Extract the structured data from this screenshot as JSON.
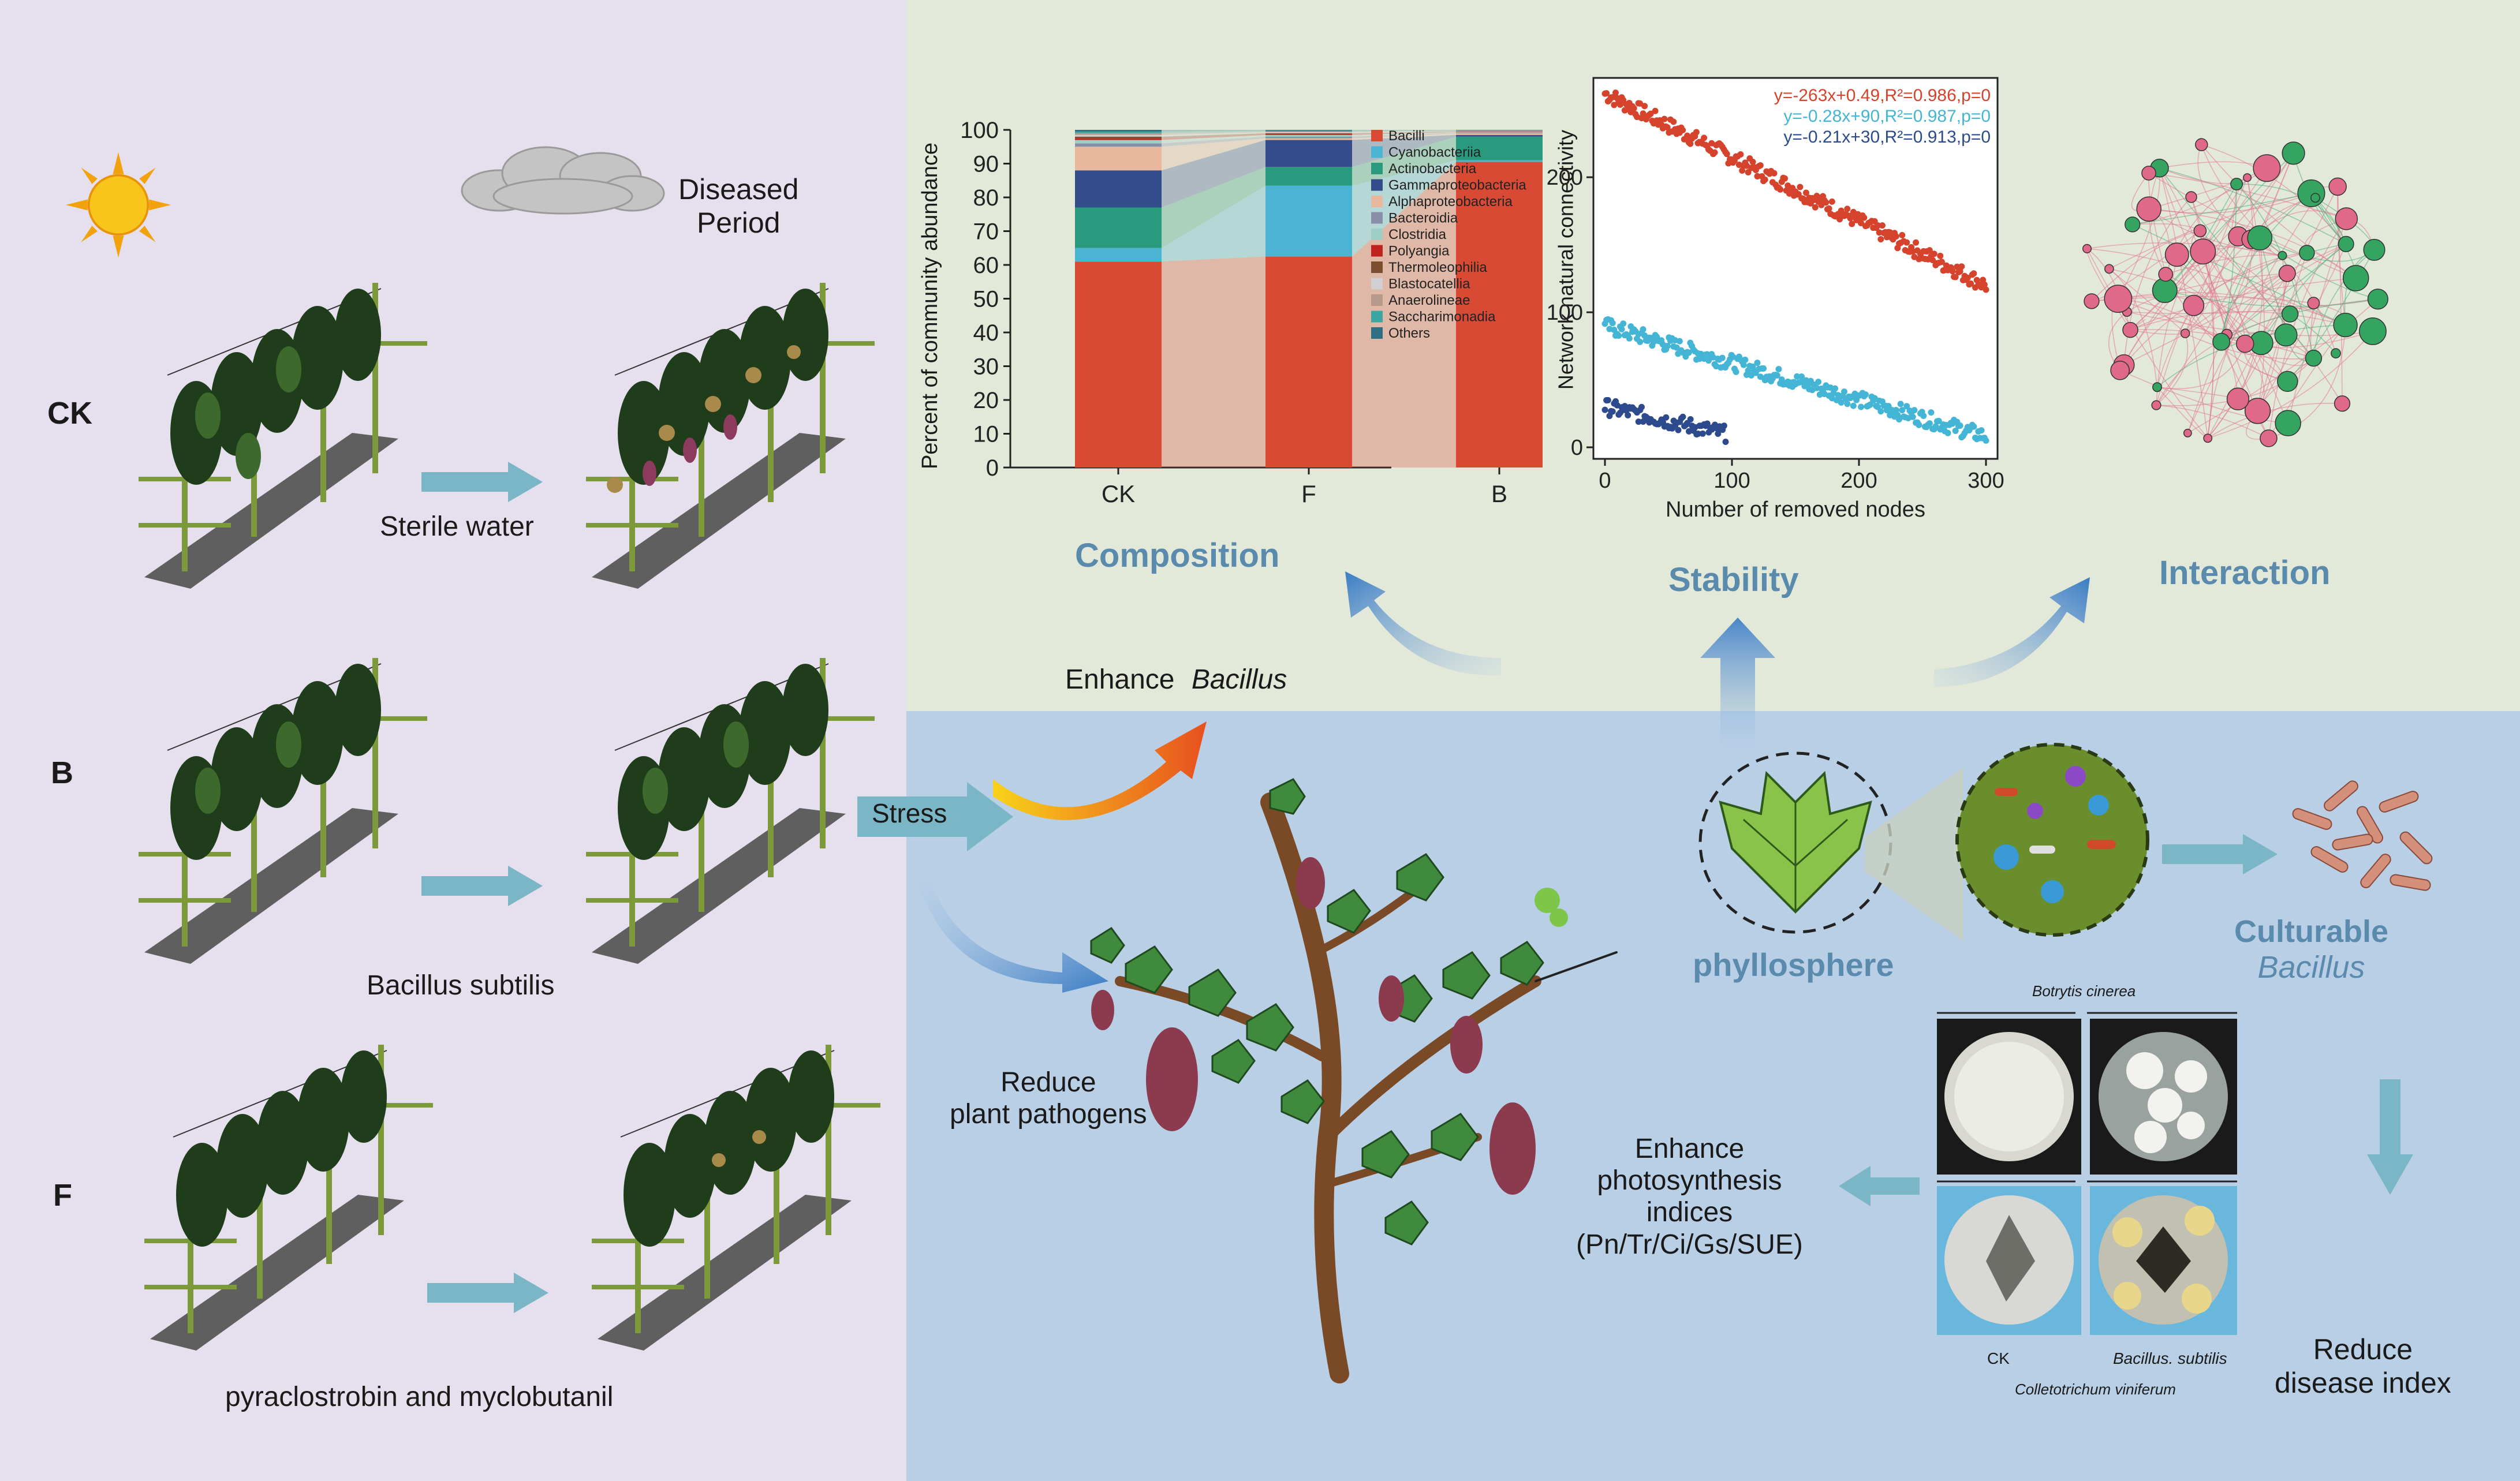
{
  "left": {
    "diseased_period": [
      "Diseased",
      "Period"
    ],
    "rows": [
      {
        "label": "CK",
        "caption": "Sterile water"
      },
      {
        "label": "B",
        "caption": "Bacillus subtilis"
      },
      {
        "label": "F",
        "caption": "pyraclostrobin and myclobutanil"
      }
    ]
  },
  "center": {
    "stress_label": "Stress",
    "enhance_prefix": "Enhance",
    "enhance_genus": "Bacillus",
    "reduce_pathogens": [
      "Reduce",
      "plant pathogens"
    ]
  },
  "sections": {
    "composition": "Composition",
    "stability": "Stability",
    "interaction": "Interaction"
  },
  "right": {
    "phyllosphere": "phyllosphere",
    "culturable": [
      "Culturable",
      "Bacillus"
    ],
    "photosynthesis": [
      "Enhance",
      "photosynthesis",
      "indices",
      "(Pn/Tr/Ci/Gs/SUE)"
    ],
    "reduce_disease": [
      "Reduce",
      "disease index"
    ],
    "plate_top_title": "Botrytis cinerea",
    "plate_bottom_title": "Colletotrichum viniferum",
    "plate_ck": "CK",
    "plate_bs": "Bacillus. subtilis"
  },
  "colors": {
    "left_bg": "#e6e0ee",
    "top_bg": "#e3e9d9",
    "bottom_bg": "#b8cfe6",
    "section_text": "#5a8aac",
    "arrow": "#7ab6c6"
  },
  "chart_data": [
    {
      "type": "bar",
      "stacked": true,
      "ylabel": "Percent of community abundance",
      "xlabel": "",
      "categories": [
        "CK",
        "F",
        "B"
      ],
      "ylim": [
        0,
        100
      ],
      "yticks": [
        0,
        10,
        20,
        30,
        40,
        50,
        60,
        70,
        80,
        90,
        100
      ],
      "legend_position": "right",
      "series": [
        {
          "name": "Bacilli",
          "color": "#d94a35",
          "values": [
            61,
            62.5,
            90.5
          ]
        },
        {
          "name": "Cyanobacteriia",
          "color": "#4bb4d2",
          "values": [
            4,
            21,
            0.5
          ]
        },
        {
          "name": "Actinobacteria",
          "color": "#2a9a7e",
          "values": [
            12,
            5.5,
            7
          ]
        },
        {
          "name": "Gammaproteobacteria",
          "color": "#344c8a",
          "values": [
            11,
            8,
            0.5
          ]
        },
        {
          "name": "Alphaproteobacteria",
          "color": "#e8b79c",
          "values": [
            7,
            0.5,
            0.5
          ]
        },
        {
          "name": "Bacteroidia",
          "color": "#8a8fa8",
          "values": [
            1,
            0.5,
            0.2
          ]
        },
        {
          "name": "Clostridia",
          "color": "#9ecfc4",
          "values": [
            1,
            0.5,
            0.2
          ]
        },
        {
          "name": "Polyangia",
          "color": "#c0231f",
          "values": [
            0.5,
            0.3,
            0.1
          ]
        },
        {
          "name": "Thermoleophilia",
          "color": "#7a4e2e",
          "values": [
            0.5,
            0.2,
            0.1
          ]
        },
        {
          "name": "Blastocatellia",
          "color": "#d0d0d0",
          "values": [
            0.5,
            0.3,
            0.1
          ]
        },
        {
          "name": "Anaerolineae",
          "color": "#b89a8c",
          "values": [
            0.5,
            0.2,
            0.1
          ]
        },
        {
          "name": "Saccharimonadia",
          "color": "#3aa8a0",
          "values": [
            0.5,
            0.3,
            0.1
          ]
        },
        {
          "name": "Others",
          "color": "#2e6f82",
          "values": [
            0.5,
            0.2,
            0.1
          ]
        }
      ]
    },
    {
      "type": "scatter",
      "xlabel": "Number of removed nodes",
      "ylabel": "Network natural connectivity",
      "xlim": [
        0,
        300
      ],
      "ylim": [
        0,
        265
      ],
      "xticks": [
        0,
        100,
        200,
        300
      ],
      "yticks": [
        0,
        100,
        200
      ],
      "series": [
        {
          "label": "y=-263x+0.49,R²=0.986,p=0",
          "color": "#d6432c",
          "x_max": 300,
          "y_start": 262,
          "y_end": 120
        },
        {
          "label": "y=-0.28x+90,R²=0.987,p=0",
          "color": "#45b5d6",
          "x_max": 300,
          "y_start": 90,
          "y_end": 8
        },
        {
          "label": "y=-0.21x+30,R²=0.913,p=0",
          "color": "#2d4b8c",
          "x_max": 95,
          "y_start": 30,
          "y_end": 10
        }
      ]
    }
  ]
}
